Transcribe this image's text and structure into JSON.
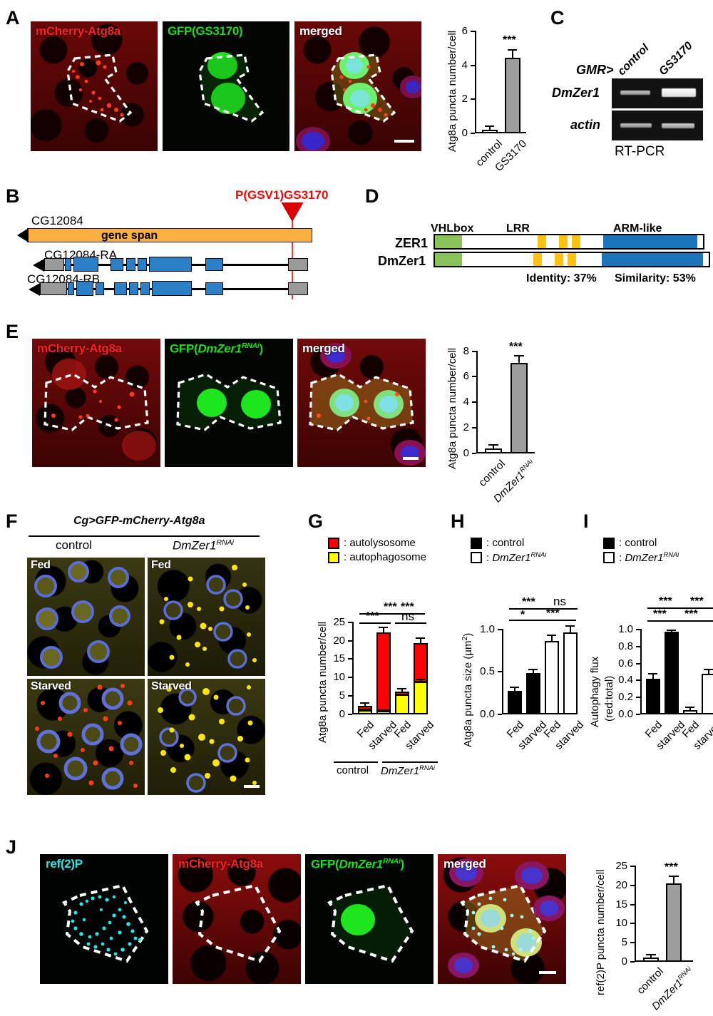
{
  "panels": {
    "A": "A",
    "B": "B",
    "C": "C",
    "D": "D",
    "E": "E",
    "F": "F",
    "G": "G",
    "H": "H",
    "I": "I",
    "J": "J"
  },
  "panelA": {
    "images": [
      {
        "label": "mCherry-Atg8a",
        "color": "#ff2020"
      },
      {
        "label": "GFP(GS3170)",
        "color": "#18e018"
      },
      {
        "label": "merged",
        "color": "#ffffff"
      }
    ],
    "chart_data": {
      "type": "bar",
      "categories": [
        "control",
        "GS3170"
      ],
      "values": [
        0.15,
        4.4
      ],
      "errors": [
        0.1,
        0.5
      ],
      "colors": [
        "#ffffff",
        "#9d9d9d"
      ],
      "annotations": [
        "",
        "***"
      ],
      "title": "",
      "xlabel": "",
      "ylabel": "Atg8a puncta number/cell",
      "ylim": [
        0,
        6
      ],
      "yticks": [
        0,
        2,
        4,
        6
      ],
      "grid": false,
      "legend": "none"
    }
  },
  "panelB": {
    "insertion_label": "P(GSV1)GS3170",
    "insertion_color": "#ff0000",
    "gene_name": "CG12084",
    "gene_span_label": "gene span",
    "gene_span_color": "#fbb040",
    "transcripts": [
      {
        "name": "CG12084-RA"
      },
      {
        "name": "CG12084-RB"
      }
    ]
  },
  "panelC": {
    "driver": "GMR>",
    "lanes": [
      "control",
      "GS3170"
    ],
    "rows": [
      "DmZer1",
      "actin"
    ],
    "footer": "RT-PCR"
  },
  "panelD": {
    "domains": [
      "VHLbox",
      "LRR",
      "ARM-like"
    ],
    "proteins": [
      "ZER1",
      "DmZer1"
    ],
    "identity": "Identity: 37%",
    "similarity": "Similarity: 53%",
    "colors": {
      "vhlbox": "#8ac35a",
      "lrr": "#ffc20e",
      "arm": "#1b75bb"
    }
  },
  "panelE": {
    "images": [
      {
        "label_plain": "mCherry-Atg8a",
        "color": "#ff2020"
      },
      {
        "label_plain": "GFP(DmZer1RNAi)",
        "color": "#18e018"
      },
      {
        "label_plain": "merged",
        "color": "#ffffff"
      }
    ],
    "chart_data": {
      "type": "bar",
      "categories": [
        "control",
        "DmZer1RNAi"
      ],
      "values": [
        0.3,
        7.05
      ],
      "errors": [
        0.1,
        0.35
      ],
      "colors": [
        "#ffffff",
        "#9d9d9d"
      ],
      "annotations": [
        "",
        "***"
      ],
      "ylabel": "Atg8a puncta number/cell",
      "ylim": [
        0,
        8
      ],
      "yticks": [
        0,
        2,
        4,
        6,
        8
      ],
      "grid": false
    }
  },
  "panelF": {
    "genotype_header": "Cg>GFP-mCherry-Atg8a",
    "columns": [
      "control",
      "DmZer1RNAi"
    ],
    "rows": [
      "Fed",
      "Starved"
    ],
    "tiles": [
      {
        "condition": "Fed",
        "group": "control"
      },
      {
        "condition": "Fed",
        "group": "DmZer1RNAi"
      },
      {
        "condition": "Starved",
        "group": "control"
      },
      {
        "condition": "Starved",
        "group": "DmZer1RNAi"
      }
    ]
  },
  "panelG": {
    "legend": [
      {
        "label": ": autolysosome",
        "color": "#ff0000"
      },
      {
        "label": ": autophagosome",
        "color": "#ffff00"
      }
    ],
    "chart_data": {
      "type": "bar",
      "stacked": true,
      "categories": [
        "Fed",
        "starved",
        "Fed",
        "starved"
      ],
      "groups": [
        "control",
        "DmZer1RNAi"
      ],
      "series": [
        {
          "name": "autophagosome",
          "color": "#ffff00",
          "values": [
            0.8,
            0.6,
            5.2,
            8.9
          ]
        },
        {
          "name": "autolysosome",
          "color": "#ff0000",
          "values": [
            0.7,
            21.4,
            0.5,
            10.1
          ]
        }
      ],
      "totals": [
        1.5,
        22.0,
        5.7,
        19.0
      ],
      "errors": [
        0.25,
        1.1,
        0.3,
        1.1
      ],
      "inner_errors": [
        0.12,
        0.18,
        0.2,
        0.4
      ],
      "significance": [
        {
          "from": 0,
          "to": 1,
          "label": "***"
        },
        {
          "from": 0,
          "to": 3,
          "label": "***"
        },
        {
          "from": 1,
          "to": 3,
          "label": "***"
        },
        {
          "from": 2,
          "to": 3,
          "label": "ns"
        }
      ],
      "ylabel": "Atg8a puncta number/cell",
      "ylim": [
        0,
        25
      ],
      "yticks": [
        0,
        5,
        10,
        15,
        20,
        25
      ],
      "grid": false
    }
  },
  "panelH": {
    "legend": [
      {
        "label": ": control",
        "color": "#000000"
      },
      {
        "label": ": DmZer1RNAi",
        "color": "#ffffff"
      }
    ],
    "chart_data": {
      "type": "bar",
      "categories": [
        "Fed",
        "starved",
        "Fed",
        "starved"
      ],
      "groups": [
        "control",
        "DmZer1RNAi"
      ],
      "values": [
        0.275,
        0.485,
        0.855,
        0.955
      ],
      "errors": [
        0.025,
        0.025,
        0.035,
        0.045
      ],
      "colors": [
        "#000000",
        "#000000",
        "#ffffff",
        "#ffffff"
      ],
      "significance": [
        {
          "from": 0,
          "to": 1,
          "label": "*"
        },
        {
          "from": 0,
          "to": 2,
          "label": "***"
        },
        {
          "from": 1,
          "to": 3,
          "label": "***"
        },
        {
          "from": 2,
          "to": 3,
          "label": "ns"
        }
      ],
      "ylabel": "Atg8a puncta size (µm2)",
      "ylim": [
        0,
        1.0
      ],
      "yticks": [
        0.0,
        0.5,
        1.0
      ],
      "ytick_labels": [
        "0.0",
        "0.5",
        "1.0"
      ],
      "grid": false
    }
  },
  "panelI": {
    "legend": [
      {
        "label": ": control",
        "color": "#000000"
      },
      {
        "label": ": DmZer1RNAi",
        "color": "#ffffff"
      }
    ],
    "chart_data": {
      "type": "bar",
      "categories": [
        "Fed",
        "starved",
        "Fed",
        "starved"
      ],
      "groups": [
        "control",
        "DmZer1RNAi"
      ],
      "values": [
        0.42,
        0.965,
        0.045,
        0.475
      ],
      "errors": [
        0.055,
        0.008,
        0.018,
        0.04
      ],
      "colors": [
        "#000000",
        "#000000",
        "#ffffff",
        "#ffffff"
      ],
      "significance": [
        {
          "from": 0,
          "to": 1,
          "label": "***"
        },
        {
          "from": 0,
          "to": 2,
          "label": "***"
        },
        {
          "from": 1,
          "to": 3,
          "label": "***"
        },
        {
          "from": 2,
          "to": 3,
          "label": "***"
        }
      ],
      "ylabel_line1": "Autophagy flux",
      "ylabel_line2": "(red:total)",
      "ylim": [
        0,
        1.0
      ],
      "yticks": [
        0.0,
        0.2,
        0.4,
        0.6,
        0.8,
        1.0
      ],
      "ytick_labels": [
        "0.0",
        "0.2",
        "0.4",
        "0.6",
        "0.8",
        "1.0"
      ],
      "grid": false
    }
  },
  "panelJ": {
    "images": [
      {
        "label_plain": "ref(2)P",
        "color": "#22e8e8"
      },
      {
        "label_plain": "mCherry-Atg8a",
        "color": "#ff2020"
      },
      {
        "label_plain": "GFP(DmZer1RNAi)",
        "color": "#18e018"
      },
      {
        "label_plain": "merged",
        "color": "#ffffff"
      }
    ],
    "chart_data": {
      "type": "bar",
      "categories": [
        "control",
        "DmZer1RNAi"
      ],
      "values": [
        0.6,
        20.3
      ],
      "errors": [
        0.3,
        2.0
      ],
      "colors": [
        "#ffffff",
        "#9d9d9d"
      ],
      "annotations": [
        "",
        "***"
      ],
      "ylabel": "ref(2)P puncta number/cell",
      "ylim": [
        0,
        25
      ],
      "yticks": [
        0,
        5,
        10,
        15,
        20,
        25
      ],
      "grid": false
    }
  }
}
